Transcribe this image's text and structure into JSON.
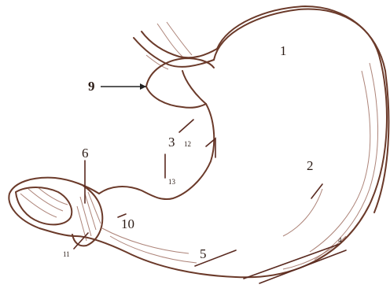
{
  "labels": {
    "l1": "1",
    "l2": "2",
    "l3": "3",
    "l4": "4",
    "l5": "5",
    "l6": "6",
    "l9": "9",
    "l10": "10",
    "l11": "11",
    "l12": "12",
    "l13": "13"
  },
  "colors": {
    "outline": "#6b3a2a",
    "leader": "#5a2a20",
    "background": "#ffffff"
  }
}
